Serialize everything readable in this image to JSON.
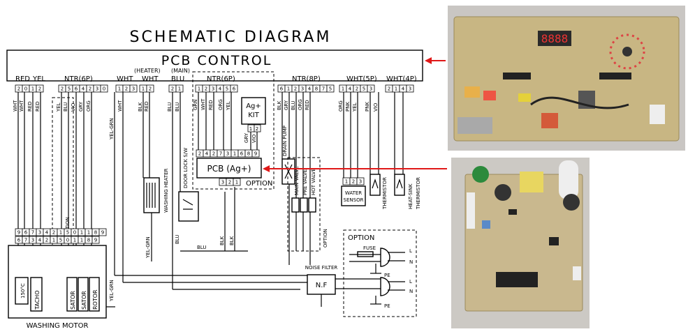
{
  "title": "SCHEMATIC DIAGRAM",
  "pcb_control": "PCB CONTROL",
  "connectors": {
    "red_yel": [
      "RED",
      "YEL"
    ],
    "ntr6p_left": "NTR(6P)",
    "wht": "WHT",
    "heater": "(HEATER)",
    "main": "(MAIN)",
    "wht2": "WHT",
    "blu": "BLU",
    "ntr6p_mid": "NTR(6P)",
    "ntr8p": "NTR(8P)",
    "wht5p": "WHT(5P)",
    "wht4p": "WHT(4P)"
  },
  "pin_numbers": {
    "c1": [
      "2",
      "0",
      "1",
      "2"
    ],
    "c2": [
      "2",
      "5",
      "6",
      "4",
      "2",
      "3",
      "0"
    ],
    "c3": [
      "1",
      "2",
      "3"
    ],
    "c4": [
      "1",
      "2"
    ],
    "c5": [
      "2",
      "1"
    ],
    "c6": [
      "1",
      "2",
      "3",
      "4",
      "5",
      "6"
    ],
    "c7": [
      "6",
      "1",
      "2",
      "3",
      "4",
      "8",
      "7",
      "5"
    ],
    "c8": [
      "1",
      "4",
      "2",
      "5",
      "3"
    ],
    "c9": [
      "2",
      "1",
      "4",
      "3"
    ]
  },
  "wire_labels": {
    "w1": [
      "WHT",
      "WHT",
      "RED",
      "RED"
    ],
    "w2": [
      "YEL",
      "BLU",
      "VIO",
      "GRY",
      "ORG"
    ],
    "w3": [
      "YEL-GRN",
      "WHT"
    ],
    "w4": [
      "BLK",
      "RED"
    ],
    "w5": [
      "BLU",
      "BLU"
    ],
    "w6": [
      "GRN",
      "WHT",
      "RED",
      "ORG",
      "YEL"
    ],
    "w7": [
      "BLK",
      "GRY",
      "BLU",
      "ORG",
      "RED"
    ],
    "w8": [
      "ORG",
      "PNK",
      "YEL",
      "PNK",
      "VIO"
    ],
    "agkit_wires": [
      "GRY",
      "VIO"
    ]
  },
  "components": {
    "ag_kit": "Ag+\nKIT",
    "ag_kit_l1": "Ag+",
    "ag_kit_l2": "KIT",
    "ag_pins": [
      "1",
      "2"
    ],
    "pcb_ag": "PCB (Ag+)",
    "pcb_ag_top_pins": [
      "2",
      "4",
      "2",
      "7",
      "3",
      "1",
      "6",
      "8",
      "9"
    ],
    "option_pins": [
      "3",
      "2",
      "1"
    ],
    "option_lbl": "OPTION",
    "drain_pump": "DRAIN PUMP",
    "main_valve": "MAIN VALVE",
    "pre_valve": "PRE VALVE",
    "hot_valve": "HOT VALVE",
    "option_right": "OPTION",
    "water_sensor_pins": [
      "1",
      "2",
      "3"
    ],
    "water_sensor": "WATER SENSOR",
    "water": "WATER",
    "sensor": "SENSOR",
    "thermistor1": "THERMISTOR",
    "heat_sink": "HEAT-SINK",
    "thermistor2": "THERMISTOR",
    "door_lock": "DOOR LOCK S/W",
    "washing_heater": "WASHING HEATER",
    "option_left": "OPTION",
    "washing_motor": "WASHING MOTOR",
    "tacho": "TACHO",
    "sator1": "SATOR",
    "sator2": "SATOR",
    "rotor": "ROTOR",
    "temp": "150°C",
    "yel_grn_motor": "YEL-GRN",
    "yel_grn_heater": "YEL-GRN",
    "blu_a": "BLU",
    "blu_b": "BLU",
    "blk": "BLK",
    "blk2": "BLK",
    "noise_filter": "NOISE FILTER",
    "nf": "N.F",
    "option_box": "OPTION",
    "fuse": "FUSE",
    "pe1": "PE",
    "pe2": "PE",
    "l1": "L",
    "n1": "N",
    "l2": "L",
    "n2": "N",
    "motor_pins_top": [
      "9",
      "6",
      "7",
      "3",
      "4",
      "2",
      "1",
      "5",
      "0",
      "1",
      "1",
      "8",
      "9"
    ],
    "motor_pins_bot": [
      "6",
      "7",
      "3",
      "4",
      "2",
      "1",
      "5",
      "0",
      "1",
      "1",
      "8",
      "9"
    ],
    "display_digits": "8888"
  },
  "colors": {
    "arrow": "#e01818",
    "board_top": "#c8b683",
    "board_bottom": "#c9b88e"
  }
}
